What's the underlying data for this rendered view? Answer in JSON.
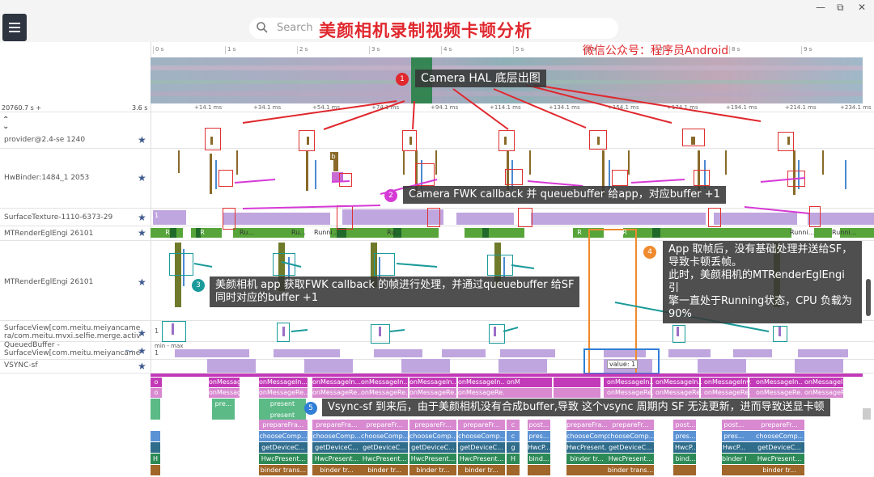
{
  "app": {
    "search_placeholder": "Search",
    "overlay_title": "美颜相机录制视频卡顿分析",
    "watermark": "微信公众号：程序员Android",
    "window_controls": [
      "—",
      "⧉",
      "✕"
    ]
  },
  "timeline": {
    "top_ticks": [
      "0 s",
      "1 s",
      "2 s",
      "3 s",
      "4 s",
      "5 s",
      "6 s",
      "7 s",
      "8 s",
      "9 s"
    ],
    "offset_left": "20760.7 s +",
    "offset_right": "3.6 s",
    "ms_ticks": [
      "+14.1 ms",
      "+34.1 ms",
      "+54.1 ms",
      "+74.1 ms",
      "+94.1 ms",
      "+114.1 ms",
      "+134.1 ms",
      "+154.1 ms",
      "+174.1 ms",
      "+194.1 ms",
      "+214.1 ms",
      "+234.1 ms"
    ]
  },
  "tracks": [
    {
      "label": "provider@2.4-se 1240"
    },
    {
      "label": "HwBinder:1484_1 2053"
    },
    {
      "label": "SurfaceTexture-1110-6373-29"
    },
    {
      "label": "MTRenderEglEngi 26101"
    },
    {
      "label": "MTRenderEglEngi 26101"
    },
    {
      "label": "SurfaceView[com.meitu.meiyancame"
    },
    {
      "label": "ra/com.meitu.mvxi.selfie.merge.activ"
    },
    {
      "label": "QueuedBuffer -"
    },
    {
      "label": "SurfaceView[com.meitu.meiyancame"
    },
    {
      "label": "VSYNC-sf"
    }
  ],
  "track_values": {
    "surfacetexture_count": "1",
    "surfaceview_count": "1",
    "minmax": "min - max",
    "queued_count": "1",
    "vsync_value": "value: 1"
  },
  "running": {
    "r": "R",
    "ru": "Ru...",
    "runni": "Runni..."
  },
  "callouts": {
    "c1": "Camera HAL 底层出图",
    "c2": "Camera FWK callback 并 queuebuffer 给app，对应buffer +1",
    "c3_line1": "美颜相机 app 获取FWK callback 的帧进行处理，并通过queuebuffer 给SF",
    "c3_line2": "同时对应的buffer +1",
    "c4_line1": "App 取帧后，没有基础处理并送给SF，",
    "c4_line2": "导致卡顿丢帧。",
    "c4_line3": "此时，美颜相机的MTRenderEglEngi 引",
    "c4_line4": "擎一直处于Running状态，CPU 负载为",
    "c4_line5": "90%",
    "c5": "Vsync-sf 到来后，由于美颜相机没有合成buffer,导致 这个vsync 周期内 SF 无法更新，进而导致送显卡顿"
  },
  "callout_numbers": [
    "1",
    "2",
    "3",
    "4",
    "5"
  ],
  "colors": {
    "callout_red": "#e0282e",
    "callout_purple": "#d63ad6",
    "callout_teal": "#1a9a9a",
    "callout_orange": "#ef8a2e",
    "callout_blue": "#2f7fd6"
  },
  "slices": {
    "on_msg_in": "onMessageIn...",
    "on_msg_re": "onMessageRe...",
    "on_msg_inv": "onMessageInv...",
    "present": "present",
    "prepare": "prepareFra...",
    "prepare_short": "prepareFr...",
    "choose": "chooseComp...",
    "get_device": "getDeviceC...",
    "hwc": "HwcPresent...",
    "binder": "binder tr...",
    "binder_trans": "binder trans...",
    "post": "post...",
    "pres": "pres...",
    "hwcp": "HwcP...",
    "bind": "bind...",
    "o": "o",
    "pre": "pre...",
    "c": "c",
    "g": "g",
    "h": "H",
    "b": "b"
  }
}
